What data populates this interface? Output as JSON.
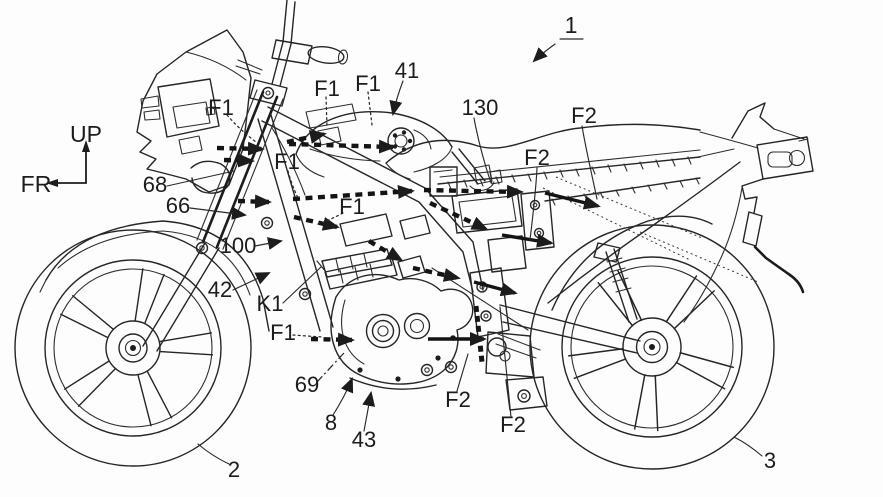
{
  "colors": {
    "ink": "#1c1c1c",
    "background": "#fdfdfd"
  },
  "compass": {
    "up_label": "UP",
    "fr_label": "FR"
  },
  "figure_ref": {
    "label": "1"
  },
  "part_labels": {
    "n2": "2",
    "n3": "3",
    "n8": "8",
    "n41": "41",
    "n42": "42",
    "n43": "43",
    "n66": "66",
    "n68": "68",
    "n69": "69",
    "n100": "100",
    "n130": "130",
    "k1": "K1"
  },
  "flow_labels": {
    "f1": "F1",
    "f2": "F2"
  }
}
